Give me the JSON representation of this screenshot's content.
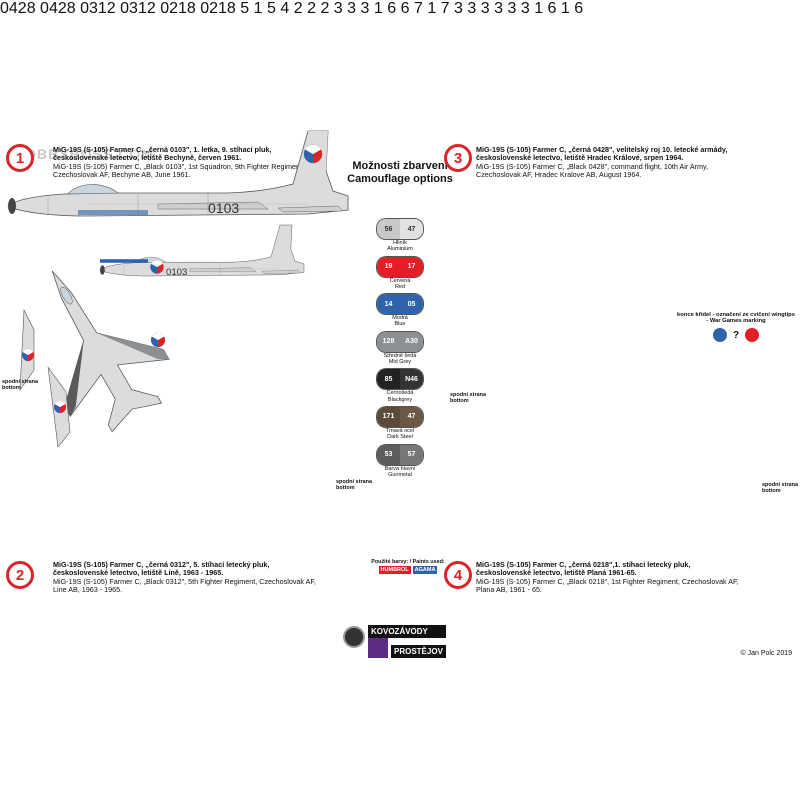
{
  "brand": {
    "watermark": "HOBBYBOSS.COM"
  },
  "title": {
    "cz": "Možnosti zbarvení",
    "en": "Camouflage options"
  },
  "profiles": [
    {
      "num": "1",
      "cz": "MiG-19S (S-105) Farmer C, „černá 0103\", 1. letka, 9. stíhací pluk, československé letectvo, letiště Bechyně, červen 1961.",
      "en": "MiG-19S (S-105) Farmer C, „Black 0103\", 1st Squadron, 9th Fighter Regiment, Czechoslovak AF, Bechyne AB, June 1961.",
      "serial": "0103"
    },
    {
      "num": "2",
      "cz": "MiG-19S (S-105) Farmer C, „černá 0312\", 5. stíhací letecký pluk, československé letectvo, letiště Líně, 1963 - 1965.",
      "en": "MiG-19S (S-105) Farmer C, „Black 0312\", 5th Fighter Regiment, Czechoslovak AF, Line AB, 1963 - 1965.",
      "serial": "0312"
    },
    {
      "num": "3",
      "cz": "MiG-19S (S-105) Farmer C, „černá 0428\", velitelský roj 10. letecké armády, československé letectvo, letiště Hradec Králové, srpen 1964.",
      "en": "MiG-19S (S-105) Farmer C, „Black 0428\", command flight, 10th Air Army, Czechoslovak AF, Hradec Kralove AB, August 1964.",
      "serial": "0428"
    },
    {
      "num": "4",
      "cz": "MiG-19S (S-105) Farmer C, „černá 0218\",1. stíhací letecký pluk, československé letectvo, letiště Planá 1961-65.",
      "en": "MiG-19S (S-105) Farmer C, „Black 0218\", 1st Fighter Regiment, Czechoslovak AF, Plana AB, 1961 - 65.",
      "serial": "0218"
    }
  ],
  "small_serials": {
    "p1": "0103",
    "p2": "0312",
    "p3": "0428",
    "p4": "0218"
  },
  "swatches": [
    {
      "a": "56",
      "b": "47",
      "cz": "Hliník",
      "en": "Aluminium",
      "ca": "#c9c9c9",
      "cb": "#e2e2e2",
      "ta": "#333",
      "tb": "#333"
    },
    {
      "a": "19",
      "b": "17",
      "cz": "Červená",
      "en": "Red",
      "ca": "#e21e26",
      "cb": "#e21e26",
      "ta": "#fff",
      "tb": "#fff"
    },
    {
      "a": "14",
      "b": "05",
      "cz": "Modrá",
      "en": "Blue",
      "ca": "#2f64ad",
      "cb": "#2f64ad",
      "ta": "#fff",
      "tb": "#fff"
    },
    {
      "a": "128",
      "b": "A30",
      "cz": "Středně šedá",
      "en": "Mid Grey",
      "ca": "#8d9093",
      "cb": "#8d9093",
      "ta": "#fff",
      "tb": "#fff"
    },
    {
      "a": "85",
      "b": "N46",
      "cz": "Černošedá",
      "en": "Blackgrey",
      "ca": "#222",
      "cb": "#333",
      "ta": "#fff",
      "tb": "#fff"
    },
    {
      "a": "171",
      "b": "47",
      "cz": "Tmavá ocel",
      "en": "Dark Steel",
      "ca": "#5c4a3a",
      "cb": "#6b5945",
      "ta": "#fff",
      "tb": "#fff"
    },
    {
      "a": "53",
      "b": "57",
      "cz": "Barva hlavní",
      "en": "Gunmetal",
      "ca": "#5d5d5d",
      "cb": "#777",
      "ta": "#fff",
      "tb": "#fff"
    }
  ],
  "paints_used": {
    "label": "Použité barvy: / Paints used:",
    "b1": "HUMBROL",
    "b2": "AGAMA"
  },
  "wingtips": {
    "label": "konce křídel - označení ze cvičení wingtips - War Games marking",
    "q": "?"
  },
  "bottom_label": {
    "cz": "spodní strana",
    "en": "bottom"
  },
  "logo": {
    "top": "KOVOZÁVODY",
    "bottom": "PROSTĚJOV"
  },
  "credit": "© Jan Polc 2019",
  "callouts": [
    "1",
    "2",
    "3",
    "4",
    "5",
    "6",
    "7"
  ]
}
